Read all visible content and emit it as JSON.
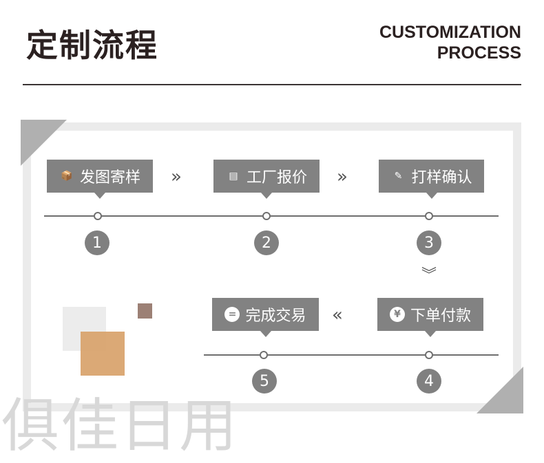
{
  "header": {
    "title": "定制流程",
    "subtitle_line1": "CUSTOMIZATION",
    "subtitle_line2": "PROCESS"
  },
  "steps": [
    {
      "label": "发图寄样",
      "number": "1",
      "icon": "package-icon"
    },
    {
      "label": "工厂报价",
      "number": "2",
      "icon": "notepad-icon"
    },
    {
      "label": "打样确认",
      "number": "3",
      "icon": "document-edit-icon"
    },
    {
      "label": "下单付款",
      "number": "4",
      "icon": "yen-icon"
    },
    {
      "label": "完成交易",
      "number": "5",
      "icon": "equals-icon"
    }
  ],
  "arrows": {
    "right": "»",
    "down": "︾",
    "left": "«"
  },
  "watermark": "俱佳日用",
  "colors": {
    "box": "#828282",
    "orange": "#d9a46f",
    "brown": "#9c8075",
    "frame": "#ebebeb"
  }
}
